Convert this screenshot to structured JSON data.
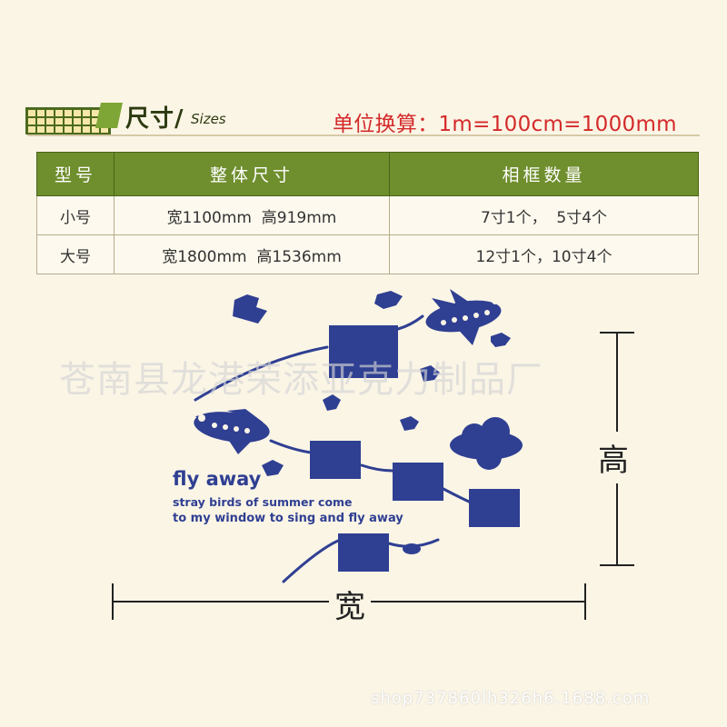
{
  "header": {
    "title": "尺寸/",
    "title_sub": "Sizes",
    "unit_conversion": "单位换算：1m=100cm=1000mm"
  },
  "table": {
    "headers": [
      "型号",
      "整体尺寸",
      "相框数量"
    ],
    "rows": [
      [
        "小号",
        "宽1100mm  高919mm",
        "7寸1个，  5寸4个"
      ],
      [
        "大号",
        "宽1800mm  高1536mm",
        "12寸1个，10寸4个"
      ]
    ]
  },
  "artwork": {
    "title": "fly away",
    "line1": "stray birds of summer come",
    "line2": "to my window to sing and fly away",
    "height_label": "高",
    "width_label": "宽",
    "main_color": "#2f3f92"
  },
  "watermark": {
    "company": "苍南县龙港荣添亚克力制品厂",
    "shop": "shop737860lh326h6.1688.com"
  }
}
